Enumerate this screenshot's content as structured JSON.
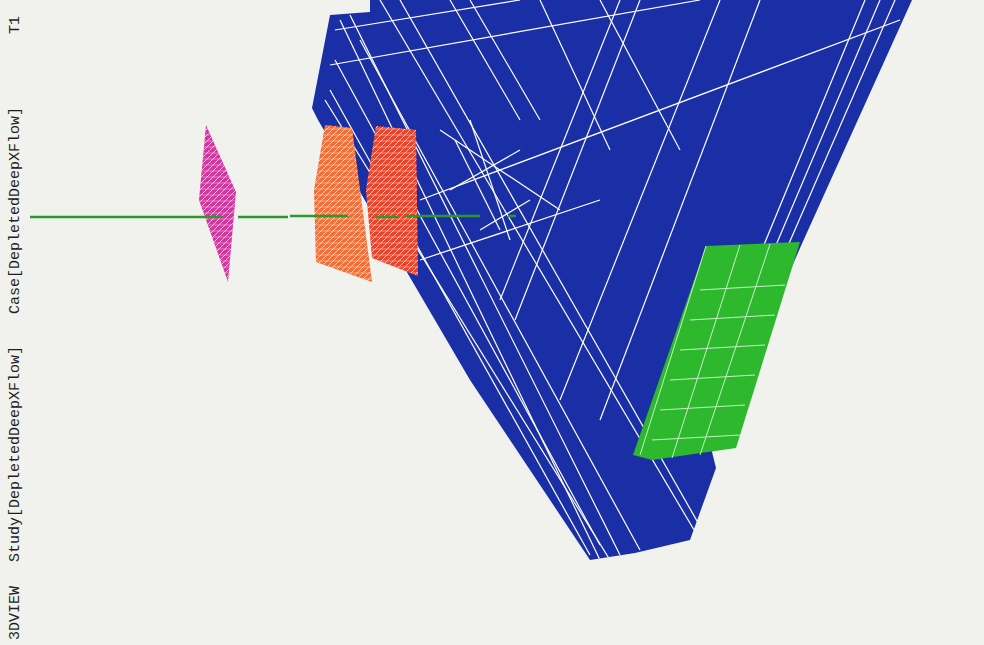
{
  "diagram": {
    "labels": [
      "3DVIEW",
      "Study[DepletedDeepXFlow]",
      "Case[DepletedDeepXFlow]",
      "T1"
    ]
  }
}
